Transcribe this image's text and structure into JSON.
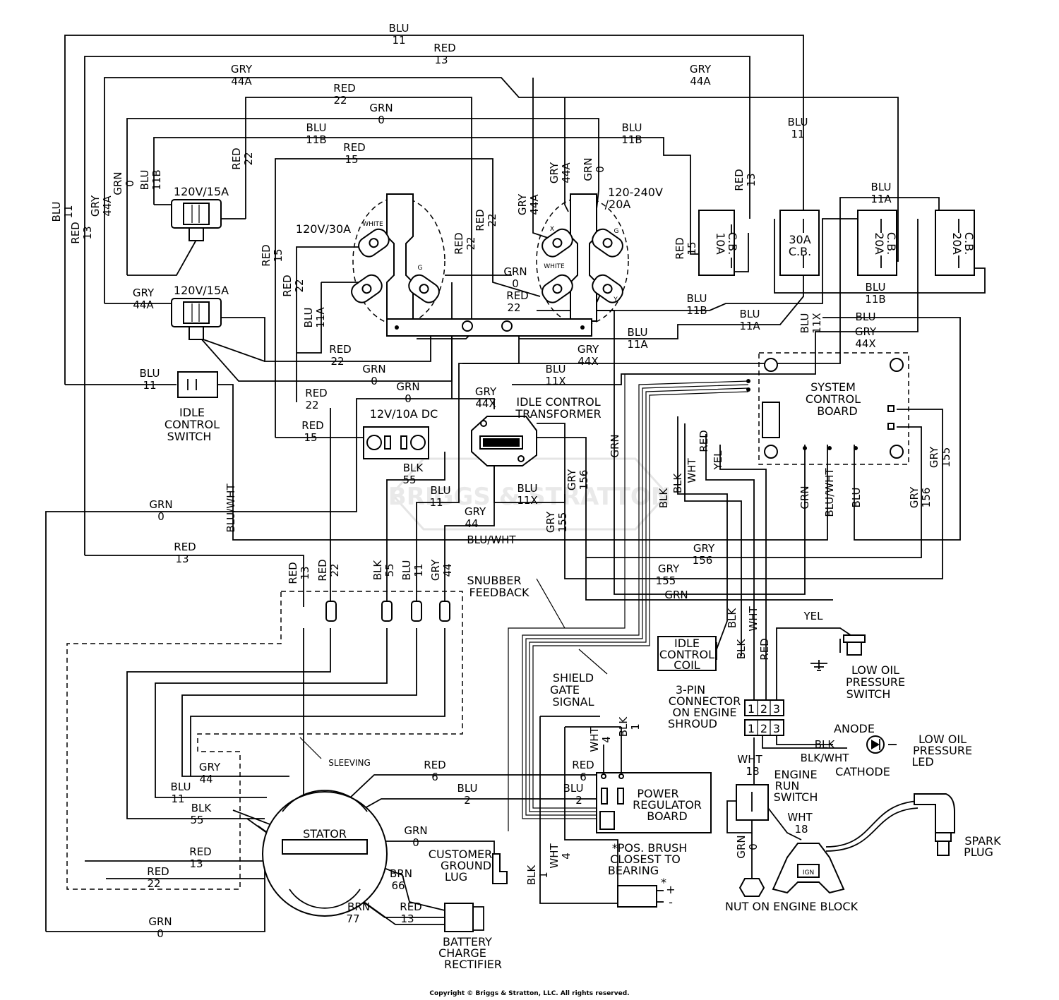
{
  "wires": {
    "blu11_top": [
      "BLU",
      "11"
    ],
    "red13_top": [
      "RED",
      "13"
    ],
    "gry44a_top": [
      "GRY",
      "44A"
    ],
    "red22_top": [
      "RED",
      "22"
    ],
    "grn0_top": [
      "GRN",
      "0"
    ],
    "blu11b_top": [
      "BLU",
      "11B"
    ],
    "blu11b_topright": [
      "BLU",
      "11B"
    ],
    "red15_top": [
      "RED",
      "15"
    ],
    "gry44a_topright": [
      "GRY",
      "44A"
    ],
    "blu11_right": [
      "BLU",
      "11"
    ],
    "blu11a_right": [
      "BLU",
      "11A"
    ],
    "blu11b_right": [
      "BLU",
      "11B"
    ],
    "blu_right": "BLU",
    "gry44x_right": [
      "GRY",
      "44X"
    ],
    "blu11a_mid1": [
      "BLU",
      "11A"
    ],
    "blu11a_mid2": [
      "BLU",
      "11A"
    ],
    "blu11b_mid": [
      "BLU",
      "11B"
    ],
    "gry44x_mid": [
      "GRY",
      "44X"
    ],
    "blu11x_mid": [
      "BLU",
      "11X"
    ],
    "blu11x_vert": [
      "BLU",
      "11X"
    ],
    "red22_mid": [
      "RED",
      "22"
    ],
    "grn0_mid": [
      "GRN",
      "0"
    ],
    "grn0_mid2": [
      "GRN",
      "0"
    ],
    "red22_left": [
      "RED",
      "22"
    ],
    "red15_left": [
      "RED",
      "15"
    ],
    "blu11_left": [
      "BLU",
      "11"
    ],
    "gry44a_left": [
      "GRY",
      "44A"
    ],
    "gry44x_idle": [
      "GRY",
      "44X"
    ],
    "blk55": [
      "BLK",
      "55"
    ],
    "blu11_low": [
      "BLU",
      "11"
    ],
    "blu11x_low": [
      "BLU",
      "11X"
    ],
    "gry44_low": [
      "GRY",
      "44"
    ],
    "grn0_lowleft": [
      "GRN",
      "0"
    ],
    "red13_lowleft": [
      "RED",
      "13"
    ],
    "blu_wht_h": "BLU/WHT",
    "gry156_low": [
      "GRY",
      "156"
    ],
    "gry155_low": [
      "GRY",
      "155"
    ],
    "grn_low": "GRN",
    "yel_low": "YEL",
    "blk_n": "BLK",
    "blk_n2": "BLK",
    "red_n": "RED",
    "wht_n": "WHT",
    "blk_wht": "BLK/WHT",
    "blk_led": "BLK",
    "wht18_a": [
      "WHT",
      "18"
    ],
    "wht18_b": [
      "WHT",
      "18"
    ],
    "grn0_engine": [
      "GRN",
      "0"
    ],
    "gry44_stator": [
      "GRY",
      "44"
    ],
    "blu11_stator": [
      "BLU",
      "11"
    ],
    "blk55_stator": [
      "BLK",
      "55"
    ],
    "red13_stator": [
      "RED",
      "13"
    ],
    "red22_stator": [
      "RED",
      "22"
    ],
    "red6": [
      "RED",
      "6"
    ],
    "blu2": [
      "BLU",
      "2"
    ],
    "red6_b": [
      "RED",
      "6"
    ],
    "blu2_b": [
      "BLU",
      "2"
    ],
    "grn0_stator": [
      "GRN",
      "0"
    ],
    "brn66": [
      "BRN",
      "66"
    ],
    "brn77": [
      "BRN",
      "77"
    ],
    "red13_rect": [
      "RED",
      "13"
    ],
    "grn0_bottom": [
      "GRN",
      "0"
    ],
    "wht4": [
      "WHT",
      "4"
    ],
    "blk1": [
      "BLK",
      "1"
    ],
    "blk1_b": [
      "BLK",
      "1"
    ],
    "wht4_b": [
      "WHT",
      "4"
    ],
    "conn_red13": [
      "RED",
      "13"
    ],
    "conn_red22": [
      "RED",
      "22"
    ],
    "conn_blk55": [
      "BLK",
      "55"
    ],
    "conn_blu11": [
      "BLU",
      "11"
    ],
    "conn_gry44": [
      "GRY",
      "44"
    ],
    "v_blu11": [
      "BLU",
      "11"
    ],
    "v_red13": [
      "RED",
      "13"
    ],
    "v_gry44a": [
      "GRY",
      "44A"
    ],
    "v_grn0": [
      "GRN",
      "0"
    ],
    "v_blu11b": [
      "BLU",
      "11B"
    ],
    "v_red22": [
      "RED",
      "22"
    ],
    "v_red15": [
      "RED",
      "15"
    ],
    "v_red22_b": [
      "RED",
      "22"
    ],
    "v_blu11a": [
      "BLU",
      "11A"
    ],
    "v_red22_c": [
      "RED",
      "22"
    ],
    "v_red22_d": [
      "RED",
      "22"
    ],
    "v_gry44a_b": [
      "GRY",
      "44A"
    ],
    "v_gry44a_c": [
      "GRY",
      "44A"
    ],
    "v_grn0_b": [
      "GRN",
      "0"
    ],
    "v_red13_r": [
      "RED",
      "13"
    ],
    "v_red15_r": [
      "RED",
      "15"
    ],
    "v_grn": "GRN",
    "v_gry156": [
      "GRY",
      "156"
    ],
    "v_gry155": [
      "GRY",
      "155"
    ],
    "v_grn_b": "GRN",
    "v_blu_wht": "BLU/WHT",
    "v_blu": "BLU",
    "v_gry156_r": [
      "GRY",
      "156"
    ],
    "v_gry155_r": [
      "GRY",
      "155"
    ],
    "v_blk": "BLK",
    "v_blk2": "BLK",
    "v_wht": "WHT",
    "v_red": "RED",
    "v_yel": "YEL",
    "v_blu_wht_left": "BLU/WHT"
  },
  "components": {
    "receptacle_120_15_top": "120V/15A",
    "receptacle_120_15_mid": "120V/15A",
    "receptacle_120_30": "120V/30A",
    "receptacle_120_240": "120-240V",
    "receptacle_120_240_amp": "/20A",
    "white_left": "WHITE",
    "white_right": "WHITE",
    "g_left": "G",
    "g_right": "G",
    "x_right": "X",
    "y_right": "Y",
    "breaker_10a": [
      "10A",
      "C.B."
    ],
    "breaker_30a": [
      "30A",
      "C.B."
    ],
    "breaker_20a_1": [
      "20A",
      "C.B."
    ],
    "breaker_20a_2": [
      "20A",
      "C.B."
    ],
    "idle_switch": [
      "IDLE",
      "CONTROL",
      "SWITCH"
    ],
    "dc_receptacle": "12V/10A DC",
    "idle_transformer": [
      "IDLE CONTROL",
      "TRANSFORMER"
    ],
    "system_board": [
      "SYSTEM",
      "CONTROL",
      "BOARD"
    ],
    "snubber": [
      "SNUBBER",
      "FEEDBACK"
    ],
    "shield": [
      "SHIELD",
      "GATE",
      "SIGNAL"
    ],
    "sleeving": "SLEEVING",
    "idle_coil": [
      "IDLE",
      "CONTROL",
      "COIL"
    ],
    "low_oil_switch": [
      "LOW OIL",
      "PRESSURE",
      "SWITCH"
    ],
    "three_pin": [
      "3-PIN",
      "CONNECTOR",
      "ON ENGINE",
      "SHROUD"
    ],
    "pin_labels": [
      "1",
      "2",
      "3"
    ],
    "anode": "ANODE",
    "cathode": "CATHODE",
    "low_oil_led": [
      "LOW OIL",
      "PRESSURE",
      "LED"
    ],
    "engine_run_switch": [
      "ENGINE",
      "RUN",
      "SWITCH"
    ],
    "power_regulator": [
      "POWER",
      "REGULATOR",
      "BOARD"
    ],
    "stator": "STATOR",
    "customer_ground": [
      "CUSTOMER",
      "GROUND",
      "LUG"
    ],
    "battery_rectifier": [
      "BATTERY",
      "CHARGE",
      "RECTIFIER"
    ],
    "pos_brush": [
      "*POS. BRUSH",
      "CLOSEST TO",
      "BEARING"
    ],
    "brush_symbols": [
      "*",
      "+",
      "-"
    ],
    "nut_engine": "NUT ON ENGINE BLOCK",
    "ign": "IGN",
    "spark_plug": [
      "SPARK",
      "PLUG"
    ]
  },
  "watermark": "BRIGGS & STRATTON",
  "copyright": "Copyright © Briggs & Stratton, LLC. All rights reserved."
}
